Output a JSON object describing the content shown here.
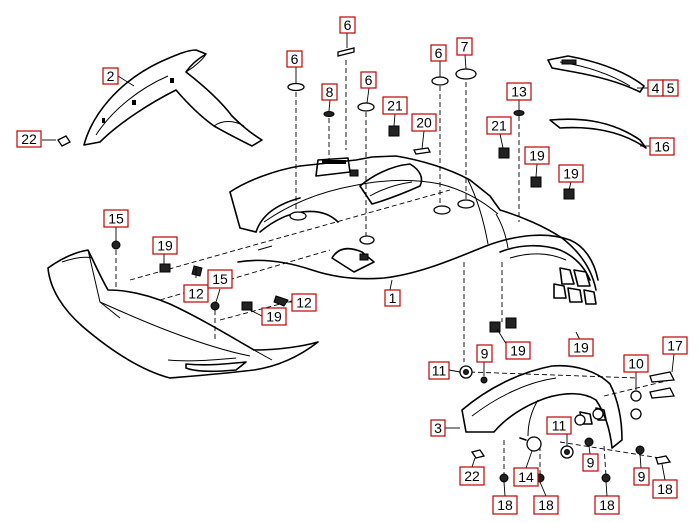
{
  "callouts": [
    {
      "id": "c2",
      "label": "2"
    },
    {
      "id": "c22a",
      "label": "22"
    },
    {
      "id": "c6a",
      "label": "6"
    },
    {
      "id": "c6b",
      "label": "6"
    },
    {
      "id": "c6c",
      "label": "6"
    },
    {
      "id": "c6d",
      "label": "6"
    },
    {
      "id": "c7",
      "label": "7"
    },
    {
      "id": "c8",
      "label": "8"
    },
    {
      "id": "c21a",
      "label": "21"
    },
    {
      "id": "c20",
      "label": "20"
    },
    {
      "id": "c13",
      "label": "13"
    },
    {
      "id": "c21b",
      "label": "21"
    },
    {
      "id": "c4",
      "label": "4"
    },
    {
      "id": "c5",
      "label": "5"
    },
    {
      "id": "c16",
      "label": "16"
    },
    {
      "id": "c19a",
      "label": "19"
    },
    {
      "id": "c19b",
      "label": "19"
    },
    {
      "id": "c15a",
      "label": "15"
    },
    {
      "id": "c19c",
      "label": "19"
    },
    {
      "id": "c12a",
      "label": "12"
    },
    {
      "id": "c15b",
      "label": "15"
    },
    {
      "id": "c12b",
      "label": "12"
    },
    {
      "id": "c19d",
      "label": "19"
    },
    {
      "id": "c1",
      "label": "1"
    },
    {
      "id": "c19e",
      "label": "19"
    },
    {
      "id": "c19f",
      "label": "19"
    },
    {
      "id": "c11a",
      "label": "11"
    },
    {
      "id": "c9a",
      "label": "9"
    },
    {
      "id": "c10",
      "label": "10"
    },
    {
      "id": "c17",
      "label": "17"
    },
    {
      "id": "c3",
      "label": "3"
    },
    {
      "id": "c11b",
      "label": "11"
    },
    {
      "id": "c9b",
      "label": "9"
    },
    {
      "id": "c9c",
      "label": "9"
    },
    {
      "id": "c22b",
      "label": "22"
    },
    {
      "id": "c14",
      "label": "14"
    },
    {
      "id": "c18a",
      "label": "18"
    },
    {
      "id": "c18b",
      "label": "18"
    },
    {
      "id": "c18c",
      "label": "18"
    },
    {
      "id": "c18d",
      "label": "18"
    }
  ]
}
